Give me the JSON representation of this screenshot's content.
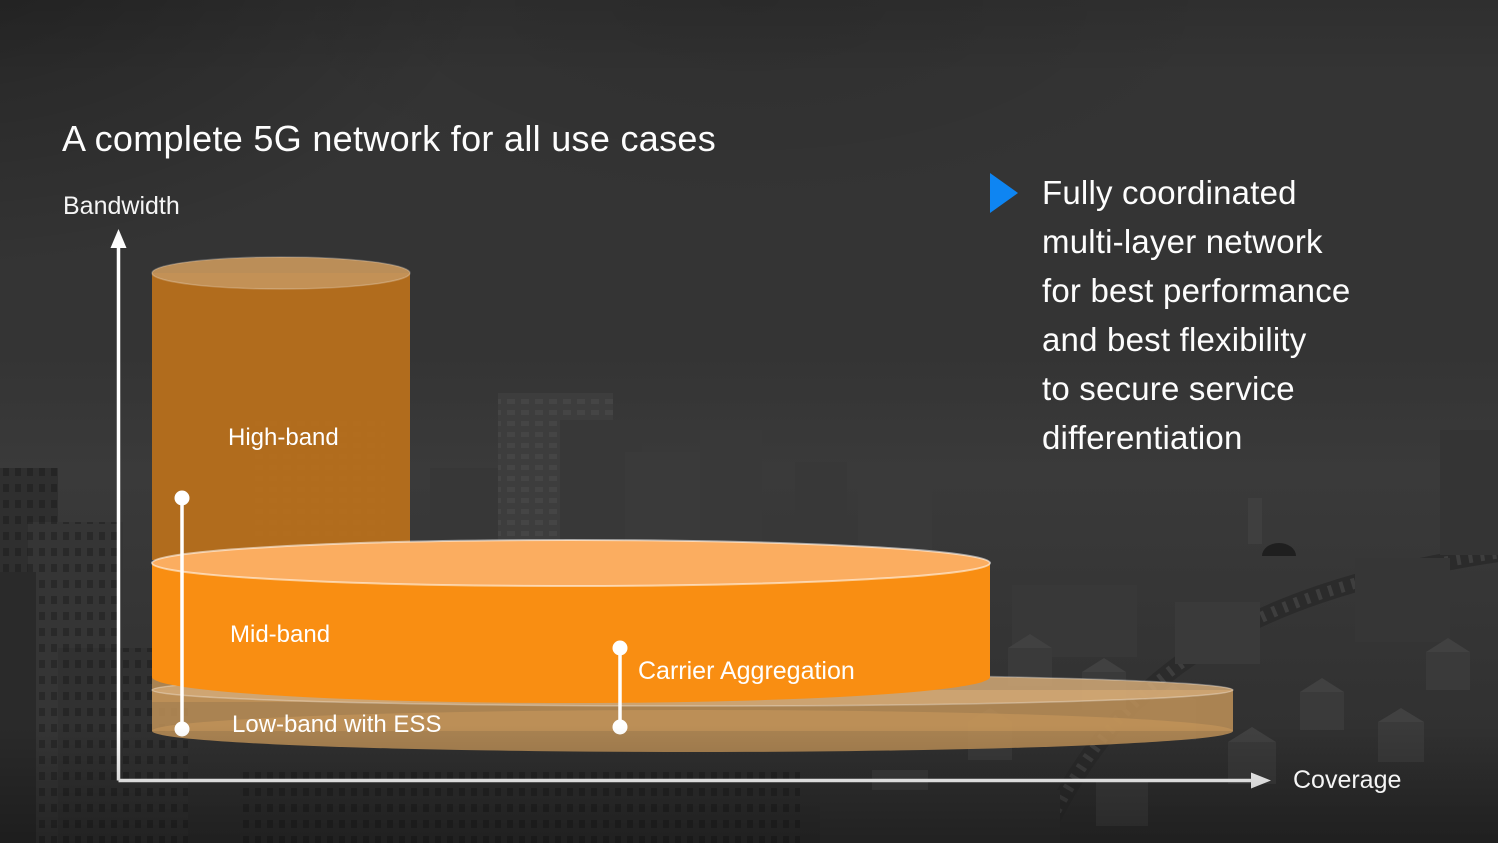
{
  "slide": {
    "title": "A complete 5G network for all use cases",
    "background_color": "#343434"
  },
  "axes": {
    "y_label": "Bandwidth",
    "x_label": "Coverage",
    "axis_color": "#ffffff"
  },
  "bands": {
    "high": {
      "label": "High-band",
      "body_color": "#b9701c",
      "top_color": "#c4945a"
    },
    "mid": {
      "label": "Mid-band",
      "body_color": "#f98e12",
      "top_color": "#fbad60"
    },
    "low": {
      "label": "Low-band with ESS",
      "body_color": "#c09258",
      "top_color": "#d2a977"
    }
  },
  "annotations": {
    "carrier_aggregation_label": "Carrier Aggregation",
    "connector_color": "#ffffff"
  },
  "key_message": {
    "marker_color": "#0e85f2",
    "text": "Fully coordinated\nmulti-layer network\nfor best performance\nand best flexibility\nto secure service\ndifferentiation"
  }
}
